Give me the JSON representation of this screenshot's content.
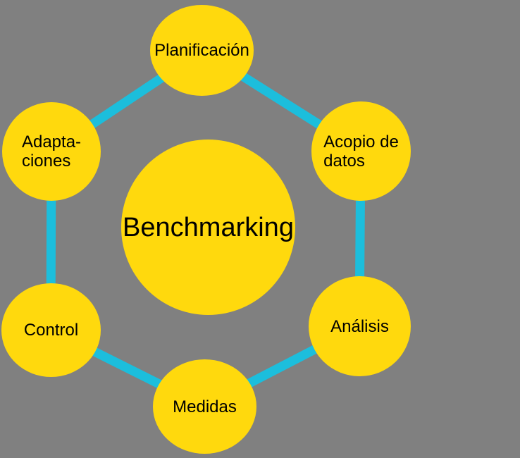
{
  "diagram": {
    "center": {
      "label": "Benchmarking"
    },
    "nodes": [
      {
        "label": "Planificación"
      },
      {
        "label": "Acopio de\ndatos"
      },
      {
        "label": "Análisis"
      },
      {
        "label": "Medidas"
      },
      {
        "label": "Control"
      },
      {
        "label": "Adapta-\nciones"
      }
    ],
    "colors": {
      "background": "#808080",
      "node-fill": "#FFD90D",
      "connector": "#1CBEDC",
      "label-text": "#000000"
    }
  }
}
